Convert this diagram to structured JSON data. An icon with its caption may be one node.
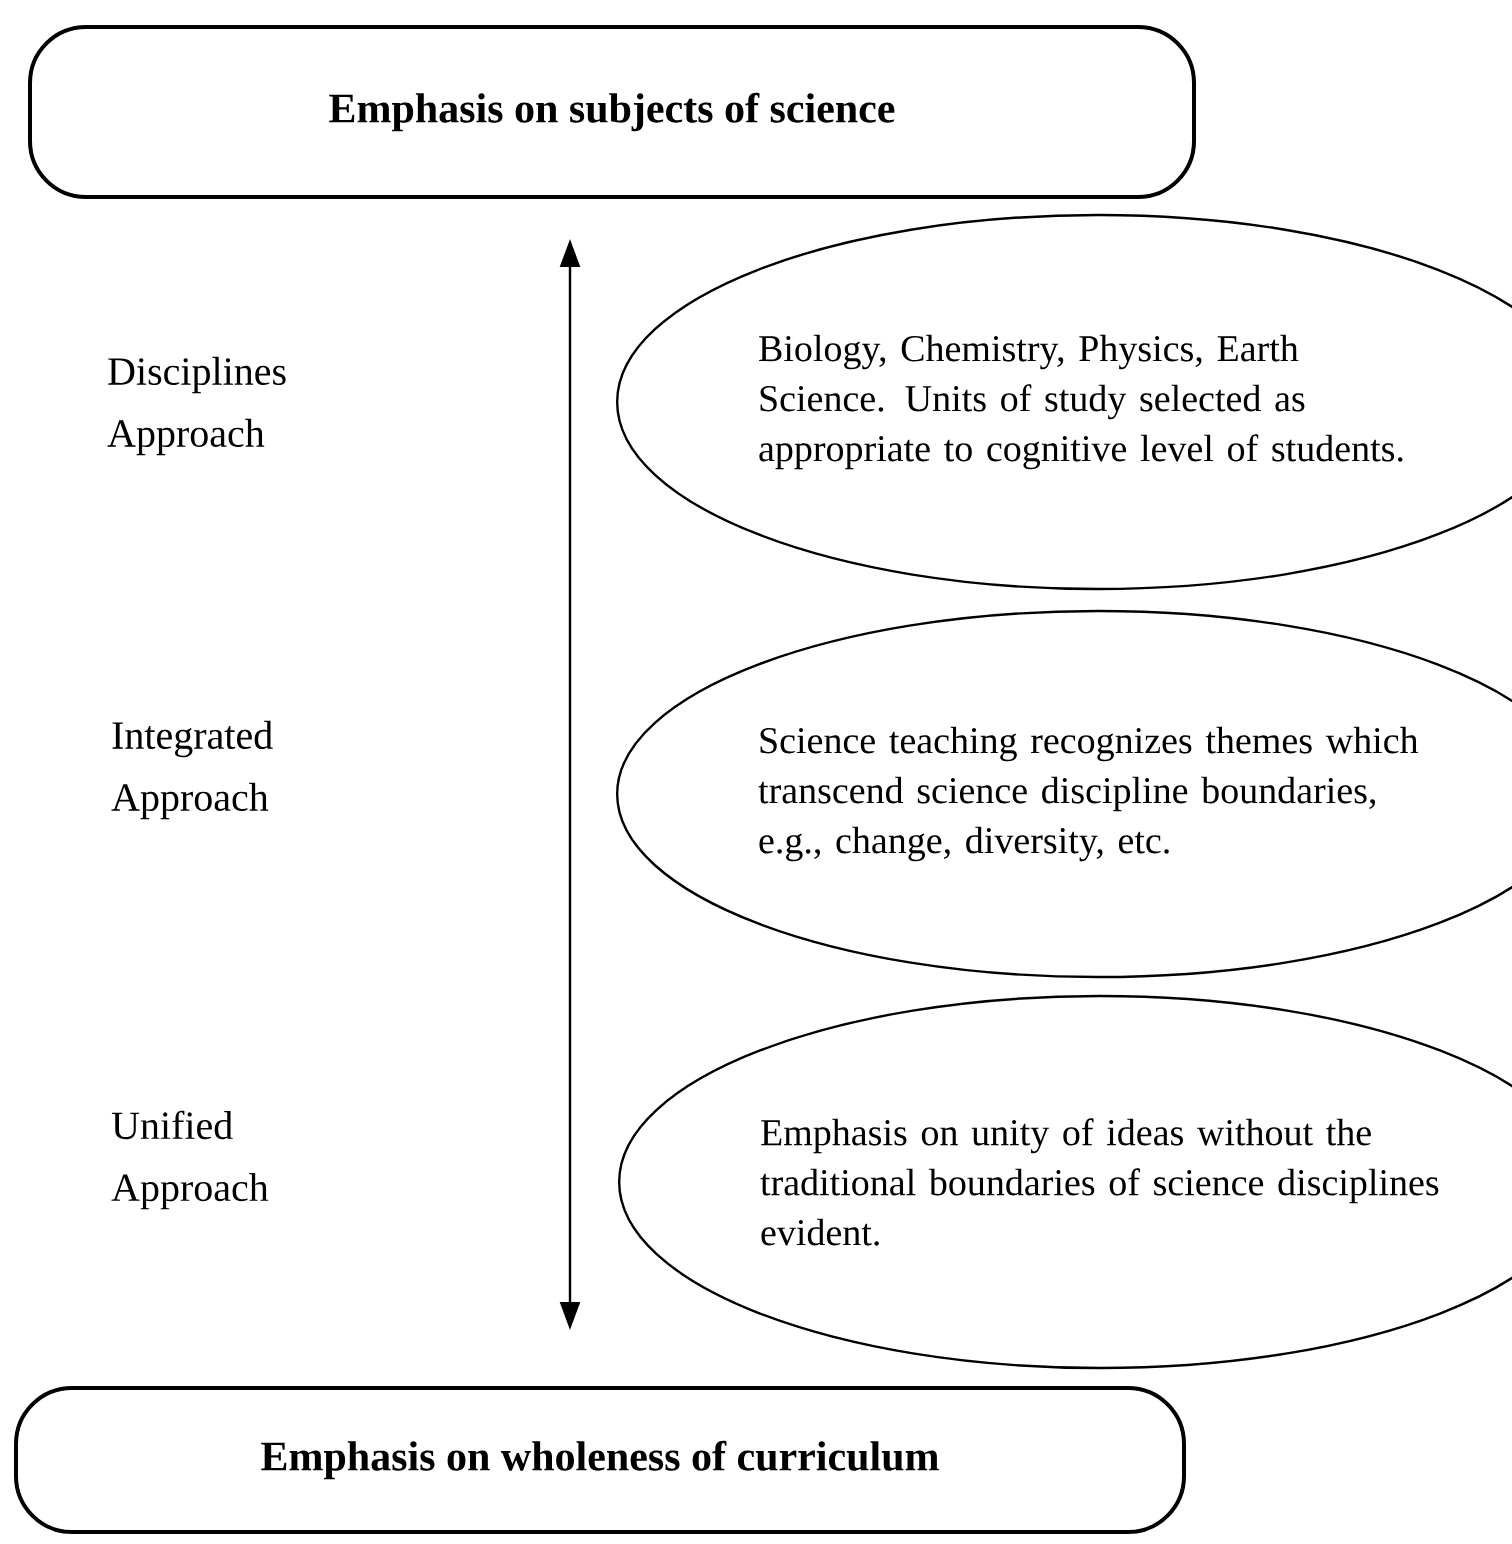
{
  "diagram": {
    "nodes": [
      {
        "text": [
          "Emphasis on subjects of science"
        ]
      },
      {
        "text": [
          "Biology, Chemistry, Physics, Earth Science.  Units of study selected as appropriate to cognitive level of students."
        ]
      },
      {
        "text": [
          "Science teaching recognizes themes which transcend science discipline boundaries, e.g., change, diversity, etc."
        ]
      },
      {
        "text": [
          "Emphasis on unity of ideas without the traditional boundaries of science disciplines evident."
        ]
      },
      {
        "text": [
          "Emphasis on wholeness of curriculum"
        ]
      }
    ],
    "edges": [
      {
        "from": 0,
        "to": 4,
        "arrow": "both"
      }
    ],
    "labels": [
      "Disciplines Approach",
      "Integrated Approach",
      "Unified Approach"
    ]
  }
}
